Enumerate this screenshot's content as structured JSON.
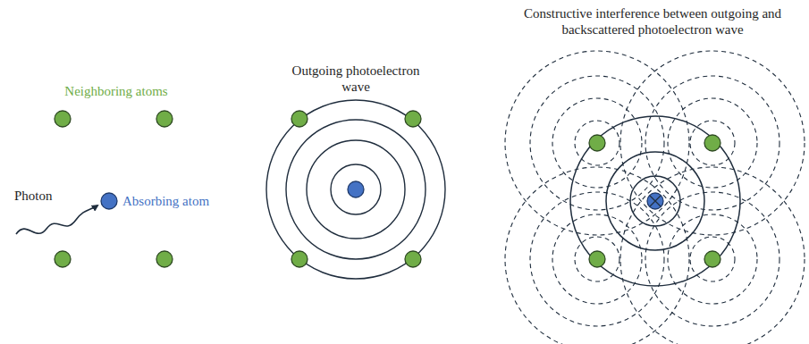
{
  "diagram": {
    "labels": [
      "Neighboring atoms",
      "Photon",
      "Absorbing atom",
      "Outgoing photoelectron wave",
      "Constructive interference between outgoing and backscattered photoelectron wave"
    ]
  }
}
